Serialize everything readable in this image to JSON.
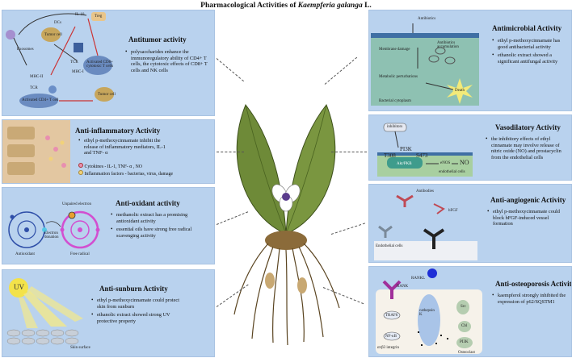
{
  "title_prefix": "Pharmacological Activities of ",
  "title_species": "Kaempferia galanga",
  "title_suffix": " L.",
  "colors": {
    "panel_bg": "#b9d2ee",
    "panel_border": "#a9c3e2",
    "connector": "#555555"
  },
  "panels": {
    "antitumor": {
      "title": "Antitumor activity",
      "bullets": [
        "polysaccharides enhance the immunoregulatory ability of CD4+ T cells, the cytotoxic effects of CD8+ T cells and NK cells"
      ],
      "labels": {
        "dcs": "DCs",
        "il10": "IL-10",
        "treg": "Treg",
        "tumor1": "Tumor cell",
        "exosomes": "Exosomes",
        "tcr1": "TCR",
        "tcr2": "TCR",
        "mhc1": "MHC-I",
        "mhc2": "MHC-II",
        "activated": "Activated CD8+ cytotoxic T cells",
        "tumor2": "Tumor cell",
        "activated_cd4": "Activated CD4+ T cell"
      }
    },
    "anti_inflammatory": {
      "title": "Anti-inflammatory Activity",
      "bullets": [
        "ethyl p-methoxycinnamate inhibit the release of inflammatory mediators, IL-1 and TNF- α"
      ],
      "legend": [
        "Cytokines - IL-1, TNF- α , NO",
        "Inflammation factors - bacterias, virus, damage"
      ]
    },
    "anti_oxidant": {
      "title": "Anti-oxidant activity",
      "bullets": [
        "methanolic extract has a promising antioxidant activity",
        "essential oils have strong free radical scavenging activity"
      ],
      "labels": {
        "unpaired": "Unpaired electron",
        "donation": "Electron donation",
        "antioxidant": "Antioxidant",
        "free_radical": "Free radical"
      }
    },
    "anti_sunburn": {
      "title": "Anti-sunburn Activity",
      "bullets": [
        "ethyl p-methoxycinnamate could protect skin from sunburn",
        "ethanolic extract showed strong UV protective property"
      ],
      "labels": {
        "uv": "UV",
        "skin": "Skin surface"
      }
    },
    "antimicrobial": {
      "title": "Antimicrobial Activity",
      "bullets": [
        "ethyl p-methoxycinnamate has good antibacterial activity",
        "ethanolic extract showed a significant antifungal activity"
      ],
      "labels": {
        "antibiotics": "Antibiotics",
        "membrane": "Membrane damage",
        "accumulation": "Antibiotics accumulation",
        "metabolic": "Metabolic perturbations",
        "death": "Death",
        "cytoplasm": "Bacterial cytoplasm"
      }
    },
    "vasodilatory": {
      "title": "Vasodilatory Activity",
      "bullets": [
        "the inhibitory effects of ethyl cinnamate may involve release of nitric oxide (NO) and prostacyclin from the endothelial cells"
      ],
      "labels": {
        "inhibitors": "inhibitors",
        "pi3k": "PI3K",
        "t308": "T308",
        "s473": "S473",
        "akt": "Akt/PKB",
        "enos": "eNOS",
        "no": "NO",
        "endo": "endothelial cells"
      }
    },
    "anti_angiogenic": {
      "title": "Anti-angiogenic Activity",
      "bullets": [
        "ethyl p-methoxycinnamate could block bFGF-induced vessel formation"
      ],
      "labels": {
        "antibodies": "Antibodies",
        "bfgf": "bFGF",
        "endothelial": "Endothelial cells"
      }
    },
    "anti_osteoporosis": {
      "title": "Anti-osteoporosis Activity",
      "bullets": [
        "kaempferol strongly inhibited the expression of p62/SQSTM1"
      ],
      "labels": {
        "rankl": "RANKL",
        "rank": "RANK",
        "traf6": "TRAF6",
        "nfkb": "NF-κB",
        "cathepsin": "cathepsin K",
        "integrin": "αvβ3 integrin",
        "osteoclast": "Osteoclast",
        "src": "Src",
        "cbl": "Cbl",
        "pi3k": "PI3K"
      }
    }
  }
}
